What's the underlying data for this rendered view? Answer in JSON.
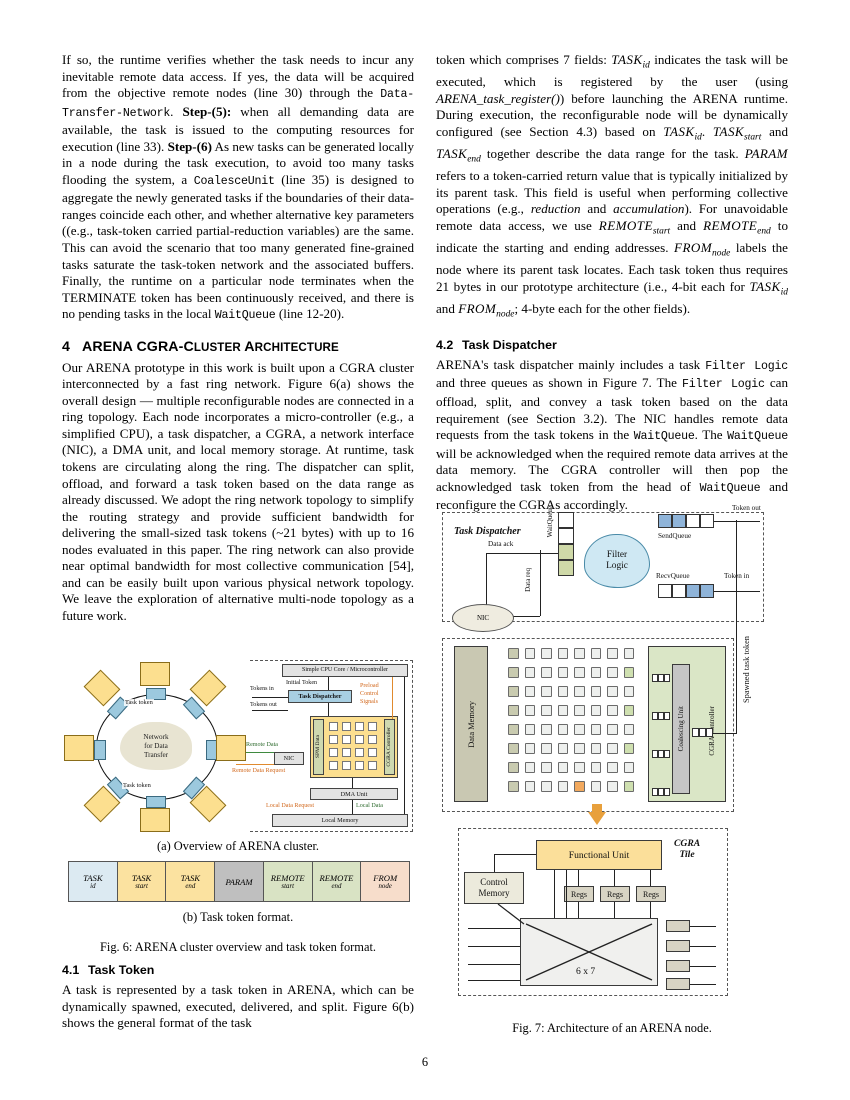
{
  "page": {
    "number": "6"
  },
  "left_column": {
    "para1": {
      "seg1": "If so, the runtime verifies whether the task needs to incur any inevitable remote data access. If yes, the data will be acquired from the objective remote nodes (line 30) through the ",
      "code1": "Data-Transfer-Network",
      "seg2": ". ",
      "bold1": "Step-(5):",
      "seg3": " when all demanding data are available, the task is issued to the computing resources for execution (line 33). ",
      "bold2": "Step-(6)",
      "seg4": " As new tasks can be generated locally in a node during the task execution, to avoid too many tasks flooding the system, a ",
      "code2": "CoalesceUnit",
      "seg5": " (line 35) is designed to aggregate the newly generated tasks if the boundaries of their data-ranges coincide each other, and whether alternative key parameters ((e.g., task-token carried partial-reduction variables) are the same. This can avoid the scenario that too many generated fine-grained tasks saturate the task-token network and the associated buffers. Finally, the runtime on a particular node terminates when the TERMINATE token has been continuously received, and there is no pending tasks in the local ",
      "code3": "WaitQueue",
      "seg6": " (line 12-20)."
    },
    "section4": {
      "number": "4",
      "title_a": "ARENA CGRA-C",
      "title_b": "LUSTER",
      "title_c": " A",
      "title_d": "RCHITECTURE"
    },
    "para2": "Our ARENA prototype in this work is built upon a CGRA cluster interconnected by a fast ring network. Figure 6(a) shows the overall design — multiple reconfigurable nodes are connected in a ring topology. Each node incorporates a micro-controller (e.g., a simplified CPU), a task dispatcher, a CGRA, a network interface (NIC), a DMA unit, and local memory storage. At runtime, task tokens are circulating along the ring. The dispatcher can split, offload, and forward a task token based on the data range as already discussed. We adopt the ring network topology to simplify the routing strategy and provide sufficient bandwidth for delivering the small-sized task tokens (~21 bytes) with up to 16 nodes evaluated in this paper. The ring network can also provide near optimal bandwidth for most collective communication [54], and can be easily built upon various physical network topology. We leave the exploration of alternative multi-node topology as a future work.",
    "subsection41": {
      "number": "4.1",
      "title": "Task Token"
    },
    "para3": {
      "text": "A task is represented by a task token in ARENA, which can be dynamically spawned, executed, delivered, and split. Figure 6(b) shows the general format of the task"
    }
  },
  "right_column": {
    "para1": {
      "seg1": "token which comprises 7 fields: ",
      "m1": "TASK",
      "m1s": "id",
      "seg2": " indicates the task will be executed, which is registered by the user (using ",
      "ital1": "ARENA_task_register()",
      "seg3": ") before launching the ARENA runtime. During execution, the reconfigurable node will be dynamically configured (see Section 4.3) based on ",
      "m2": "TASK",
      "m2s": "id",
      "seg4": ". ",
      "m3": "TASK",
      "m3s": "start",
      "seg5": " and ",
      "m4": "TASK",
      "m4s": "end",
      "seg6": " together describe the data range for the task. ",
      "m5": "PARAM",
      "seg7": " refers to a token-carried return value that is typically initialized by its parent task. This field is useful when performing collective operations (e.g., ",
      "ital2": "reduction",
      "seg8": " and ",
      "ital3": "accumulation",
      "seg9": "). For unavoidable remote data access, we use ",
      "m6": "REMOTE",
      "m6s": "start",
      "seg10": " and ",
      "m7": "REMOTE",
      "m7s": "end",
      "seg11": " to indicate the starting and ending addresses. ",
      "m8": "FROM",
      "m8s": "node",
      "seg12": " labels the node where its parent task locates. Each task token thus requires 21 bytes in our prototype architecture (i.e., 4-bit each for ",
      "m9": "TASK",
      "m9s": "id",
      "seg13": " and ",
      "m10": "FROM",
      "m10s": "node",
      "seg14": "; 4-byte each for the other fields)."
    },
    "subsection42": {
      "number": "4.2",
      "title": "Task Dispatcher"
    },
    "para2": {
      "seg1": "ARENA's task dispatcher mainly includes a task ",
      "code1": "Filter Logic",
      "seg2": " and three queues as shown in Figure 7. The ",
      "code2": "Filter Logic",
      "seg3": " can offload, split, and convey a task token based on the data requirement (see Section 3.2). The NIC handles remote data requests from the task tokens in the ",
      "code3": "WaitQueue",
      "seg4": ". The ",
      "code4": "WaitQueue",
      "seg5": " will be acknowledged when the required remote data arrives at the data memory. The CGRA controller will then pop the acknowledged task token from the head of ",
      "code5": "WaitQueue",
      "seg6": " and reconfigure the CGRAs accordingly."
    }
  },
  "figure6": {
    "caption_a": "(a) Overview of ARENA cluster.",
    "caption_b": "(b) Task token format.",
    "caption": "Fig. 6: ARENA cluster overview and task token format.",
    "ring": {
      "cloud_line1": "Network",
      "cloud_line2": "for Data",
      "cloud_line3": "Transfer",
      "label_token_top": "Task token",
      "label_token_bottom": "Task token"
    },
    "node_detail": {
      "cpu": "Simple CPU Core / Microcontroller",
      "initial_token": "Initial Token",
      "dispatcher": "Task Dispatcher",
      "tokens_in": "Tokens in",
      "tokens_out": "Tokens out",
      "preload": "Preload Control Signals",
      "spm": "SPM Data",
      "cgra_ctrl": "CGRA Controller",
      "nic": "NIC",
      "remote_data": "Remote Data",
      "remote_data_request": "Remote Data Request",
      "dma": "DMA Unit",
      "local_data_request": "Local Data Request",
      "local_data": "Local Data",
      "local_memory": "Local Memory"
    },
    "token_format": {
      "cells": [
        {
          "name": "TASK",
          "sub": "id",
          "color": "#dceaf2"
        },
        {
          "name": "TASK",
          "sub": "start",
          "color": "#fbe2a0"
        },
        {
          "name": "TASK",
          "sub": "end",
          "color": "#fbe2a0"
        },
        {
          "name": "PARAM",
          "sub": "",
          "color": "#bfbfbf"
        },
        {
          "name": "REMOTE",
          "sub": "start",
          "color": "#d9e3c4"
        },
        {
          "name": "REMOTE",
          "sub": "end",
          "color": "#d9e3c4"
        },
        {
          "name": "FROM",
          "sub": "node",
          "color": "#f7ddcb"
        }
      ]
    }
  },
  "figure7": {
    "caption": "Fig. 7: Architecture of an ARENA node.",
    "dispatcher_title": "Task Dispatcher",
    "wait_queue": "WaitQueue",
    "send_queue": "SendQueue",
    "recv_queue": "RecvQueue",
    "filter_logic_line1": "Filter",
    "filter_logic_line2": "Logic",
    "token_out": "Token out",
    "token_in": "Token in",
    "data_ack": "Data ack",
    "data_req": "Data req",
    "nic": "NIC",
    "data_memory": "Data Memory",
    "coalescing_unit": "Coalescing Unit",
    "cgra_controller": "CGRA Controller",
    "spawned_task_token": "Spawned task token",
    "tile_title_line1": "CGRA",
    "tile_title_line2": "Tile",
    "functional_unit": "Functional Unit",
    "control_memory_line1": "Control",
    "control_memory_line2": "Memory",
    "regs": "Regs",
    "crossbar": "6 x 7"
  }
}
